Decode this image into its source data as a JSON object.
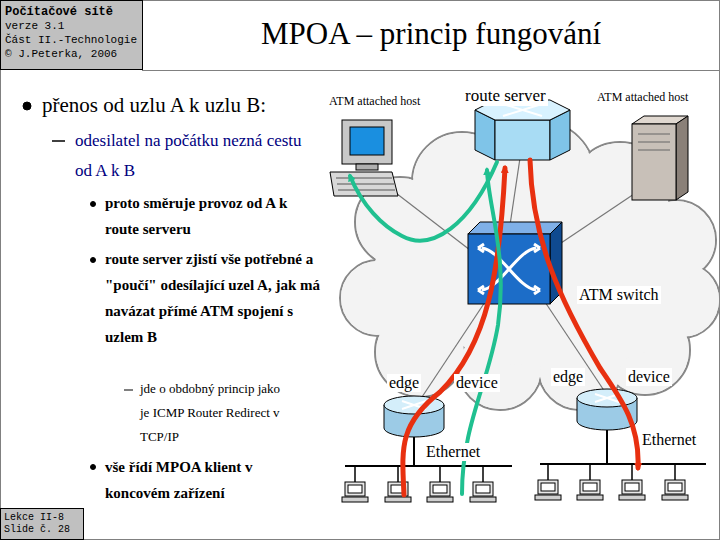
{
  "diagram": {
    "title": "MPOA – princip fungování",
    "nodes": [
      {
        "text": [
          "Počítačové sítě",
          "verze 3.1",
          "Část II.-Technologie",
          "© J.Peterka, 2006"
        ]
      },
      {
        "text": [
          "Lekce II-8",
          "Slide č. 28"
        ]
      }
    ],
    "labels": [
      "přenos od uzlu A k uzlu B:",
      "odesilatel na počátku nezná cestu od A k B",
      "proto směruje provoz od A k route serveru",
      "route server zjistí vše potřebné a \"poučí\" odesílající uzel A, jak má navázat přímé ATM spojení s uzlem B",
      "jde o obdobný princip jako je ICMP Router Redirect v TCP/IP",
      "vše řídí MPOA klient v koncovém zařízení",
      "ATM attached host",
      "route server",
      "ATM attached host",
      "ATM switch",
      "edge",
      "device",
      "edge",
      "device",
      "Ethernet",
      "Ethernet"
    ]
  }
}
